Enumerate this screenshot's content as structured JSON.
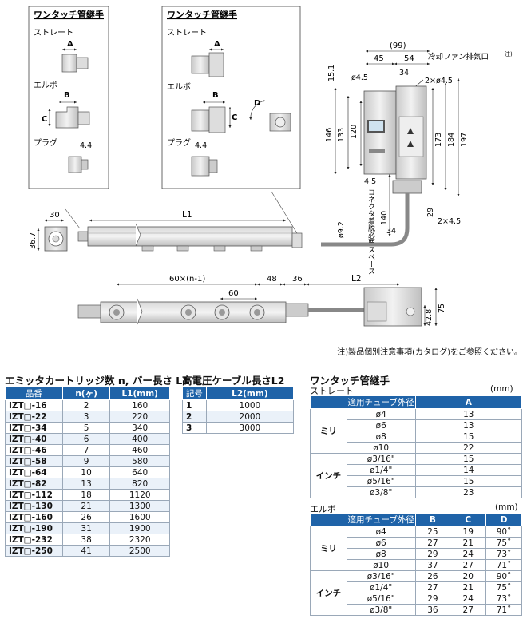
{
  "note": "注)製品個別注意事項(カタログ)をご参照ください。",
  "drawing": {
    "fitting_box_left": {
      "title": "ワンタッチ管継手",
      "straight": "ストレート",
      "elbow": "エルボ",
      "plug": "プラグ",
      "dim_a": "A",
      "dim_b": "B",
      "dim_c": "C",
      "dim_plug": "4.4"
    },
    "fitting_box_right": {
      "title": "ワンタッチ管継手",
      "straight": "ストレート",
      "elbow": "エルボ",
      "plug": "プラグ",
      "dim_a": "A",
      "dim_b": "B",
      "dim_c": "C",
      "dim_d": "D",
      "dim_plug": "4.4"
    },
    "top_view": {
      "dim_30": "30",
      "dim_36_7": "36.7",
      "dim_l1": "L1"
    },
    "side_view": {
      "dim_99": "(99)",
      "dim_45": "45",
      "dim_54": "54",
      "dim_15_1": "15.1",
      "hole_left": "ø4.5",
      "dim_34a": "34",
      "hole_right": "2×ø4.5",
      "fan_label": "冷却ファン排気口",
      "fan_note": "注)",
      "dim_146": "146",
      "dim_133": "133",
      "dim_120": "120",
      "dim_173": "173",
      "dim_184": "184",
      "dim_197": "197",
      "dim_4_5": "4.5",
      "connector_label": "コネクタ着脱必要スペース",
      "dim_140": "140",
      "dim_29": "29",
      "slot": "2×4.5",
      "dim_9_2": "ø9.2",
      "dim_34b": "34"
    },
    "front_view": {
      "pitch": "60×(n-1)",
      "dim_60": "60",
      "dim_48": "48",
      "dim_36": "36",
      "dim_l2": "L2",
      "dim_75": "75",
      "dim_42_8": "42.8"
    }
  },
  "emitter_table": {
    "title": "エミッタカートリッジ数 n, バー長さ L1",
    "headers": [
      "品番",
      "n(ヶ)",
      "L1(mm)"
    ],
    "rows": [
      [
        "IZT□-16",
        "2",
        "160"
      ],
      [
        "IZT□-22",
        "3",
        "220"
      ],
      [
        "IZT□-34",
        "5",
        "340"
      ],
      [
        "IZT□-40",
        "6",
        "400"
      ],
      [
        "IZT□-46",
        "7",
        "460"
      ],
      [
        "IZT□-58",
        "9",
        "580"
      ],
      [
        "IZT□-64",
        "10",
        "640"
      ],
      [
        "IZT□-82",
        "13",
        "820"
      ],
      [
        "IZT□-112",
        "18",
        "1120"
      ],
      [
        "IZT□-130",
        "21",
        "1300"
      ],
      [
        "IZT□-160",
        "26",
        "1600"
      ],
      [
        "IZT□-190",
        "31",
        "1900"
      ],
      [
        "IZT□-232",
        "38",
        "2320"
      ],
      [
        "IZT□-250",
        "41",
        "2500"
      ]
    ]
  },
  "cable_table": {
    "title": "高電圧ケーブル長さL2",
    "headers": [
      "記号",
      "L2(mm)"
    ],
    "rows": [
      [
        "1",
        "1000"
      ],
      [
        "2",
        "2000"
      ],
      [
        "3",
        "3000"
      ]
    ]
  },
  "fitting_tables": {
    "title": "ワンタッチ管継手",
    "straight": {
      "label": "ストレート",
      "unit": "(mm)",
      "headers": [
        "適用チューブ外径",
        "A"
      ],
      "groups": [
        {
          "name": "ミリ",
          "rows": [
            [
              "ø4",
              "13"
            ],
            [
              "ø6",
              "13"
            ],
            [
              "ø8",
              "15"
            ],
            [
              "ø10",
              "22"
            ]
          ]
        },
        {
          "name": "インチ",
          "rows": [
            [
              "ø3/16\"",
              "15"
            ],
            [
              "ø1/4\"",
              "14"
            ],
            [
              "ø5/16\"",
              "15"
            ],
            [
              "ø3/8\"",
              "23"
            ]
          ]
        }
      ]
    },
    "elbow": {
      "label": "エルボ",
      "unit": "(mm)",
      "headers": [
        "適用チューブ外径",
        "B",
        "C",
        "D"
      ],
      "groups": [
        {
          "name": "ミリ",
          "rows": [
            [
              "ø4",
              "25",
              "19",
              "90˚"
            ],
            [
              "ø6",
              "27",
              "21",
              "75˚"
            ],
            [
              "ø8",
              "29",
              "24",
              "73˚"
            ],
            [
              "ø10",
              "37",
              "27",
              "71˚"
            ]
          ]
        },
        {
          "name": "インチ",
          "rows": [
            [
              "ø3/16\"",
              "26",
              "20",
              "90˚"
            ],
            [
              "ø1/4\"",
              "27",
              "21",
              "75˚"
            ],
            [
              "ø5/16\"",
              "29",
              "24",
              "73˚"
            ],
            [
              "ø3/8\"",
              "36",
              "27",
              "71˚"
            ]
          ]
        }
      ]
    }
  }
}
